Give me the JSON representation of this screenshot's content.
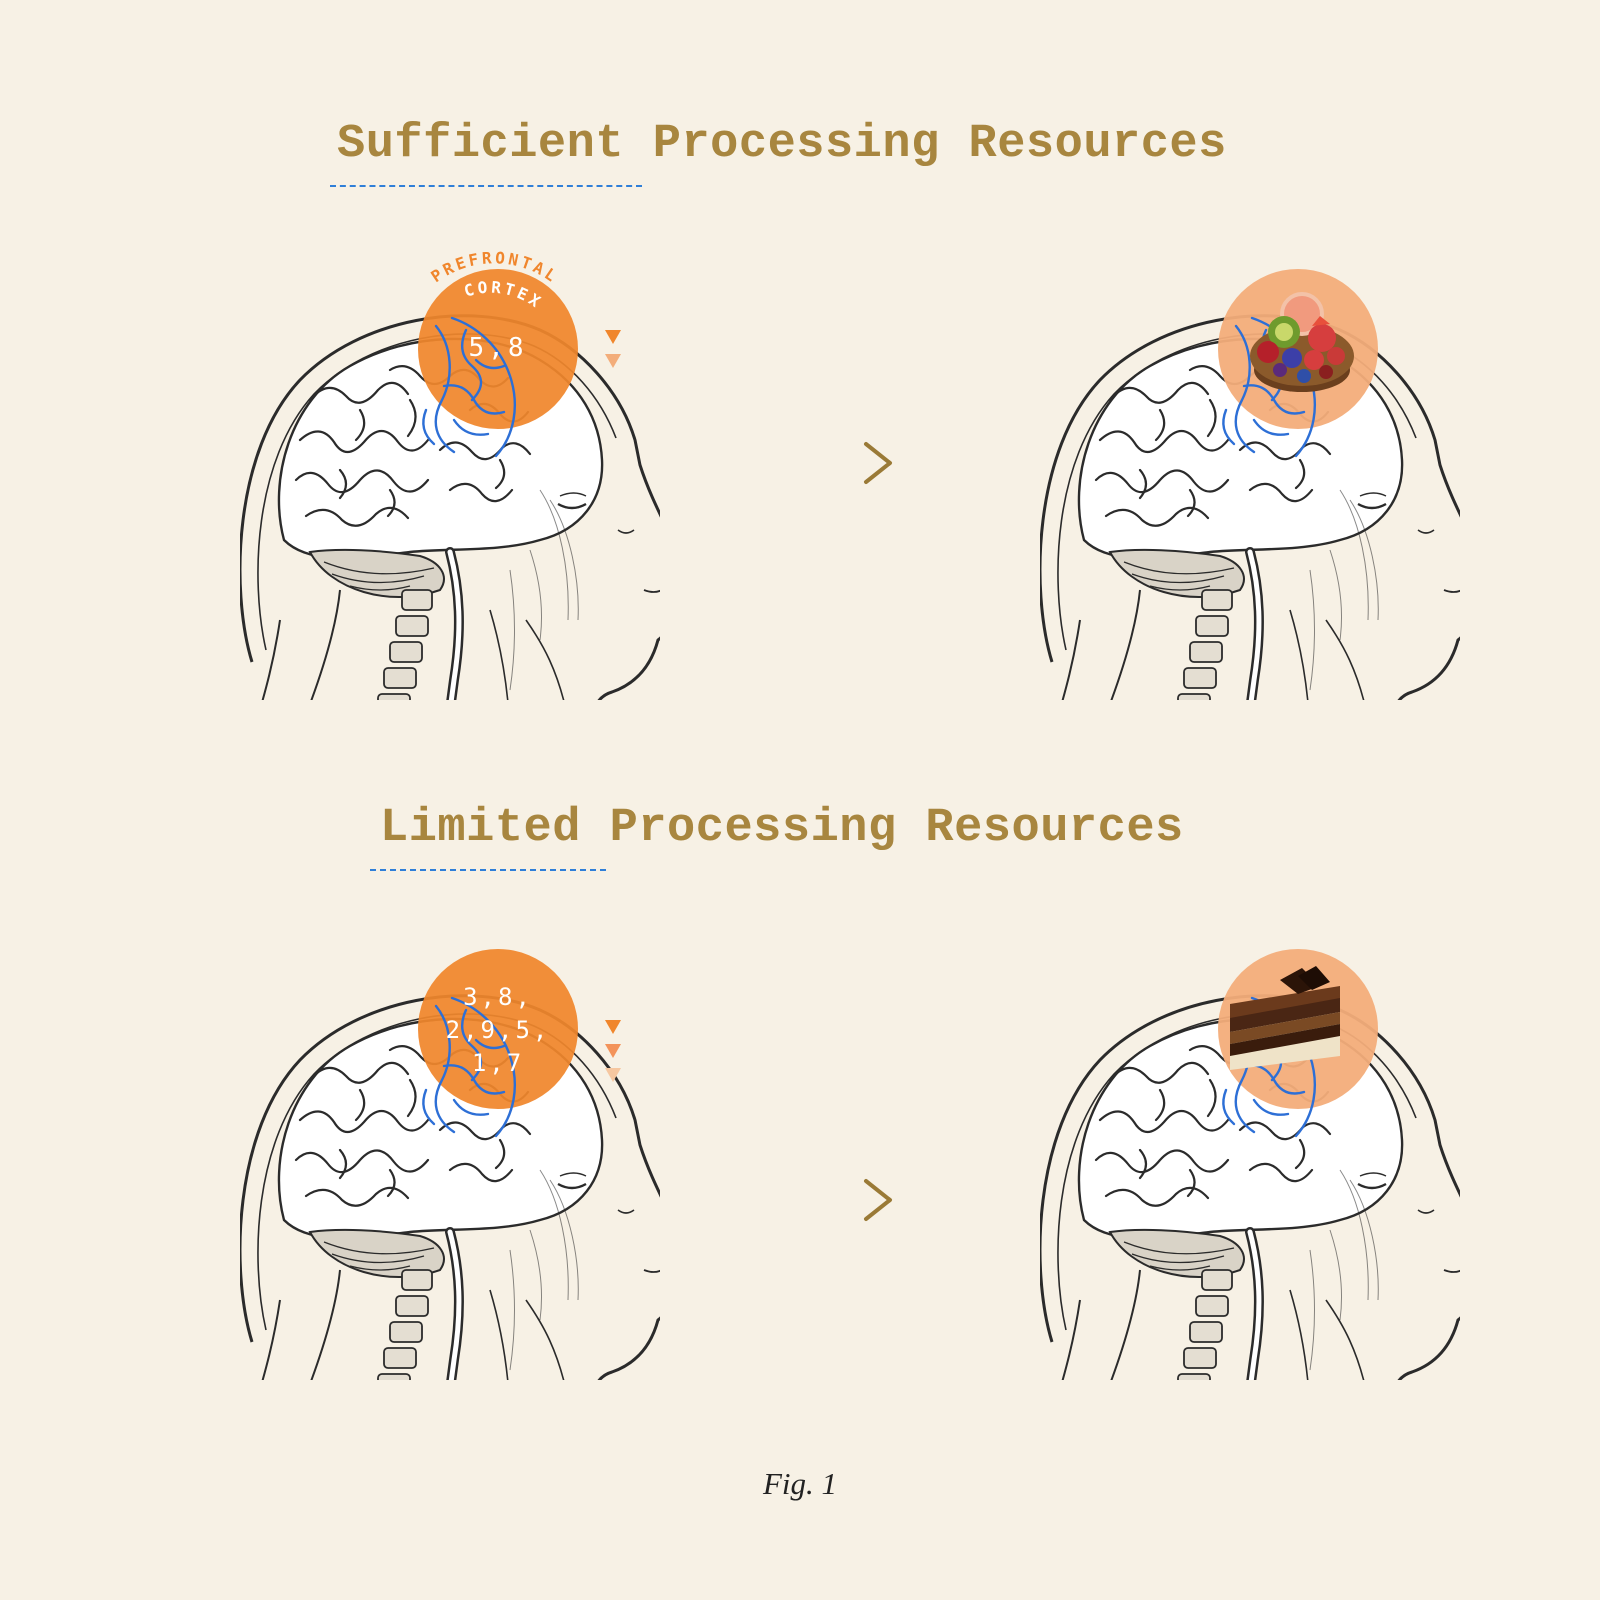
{
  "sections": [
    {
      "title": "Sufficient Processing Resources",
      "digits": [
        "5,8"
      ],
      "indicators": 2,
      "food": "fruit-bowl"
    },
    {
      "title": "Limited Processing Resources",
      "digits": [
        "3,8,",
        "2,9,5,",
        "1,7"
      ],
      "indicators": 3,
      "food": "chocolate-cake"
    }
  ],
  "region_label": {
    "line1": "PREFRONTAL",
    "line2": "CORTEX"
  },
  "caption": "Fig. 1",
  "colors": {
    "background": "#f7f1e5",
    "title": "#a8863f",
    "underline": "#2f7fd8",
    "cortex": "#f0862c",
    "cortex_light": "#f3ad7a",
    "vessels": "#2d6fd6",
    "arrow": "#9a7a36",
    "ink": "#2b2b2b"
  },
  "icons": {
    "head": "anatomical-head-icon",
    "arrow": "right-arrow-icon",
    "indicator": "down-triangle-icon",
    "fruit": "fruit-bowl-icon",
    "cake": "chocolate-cake-icon"
  }
}
